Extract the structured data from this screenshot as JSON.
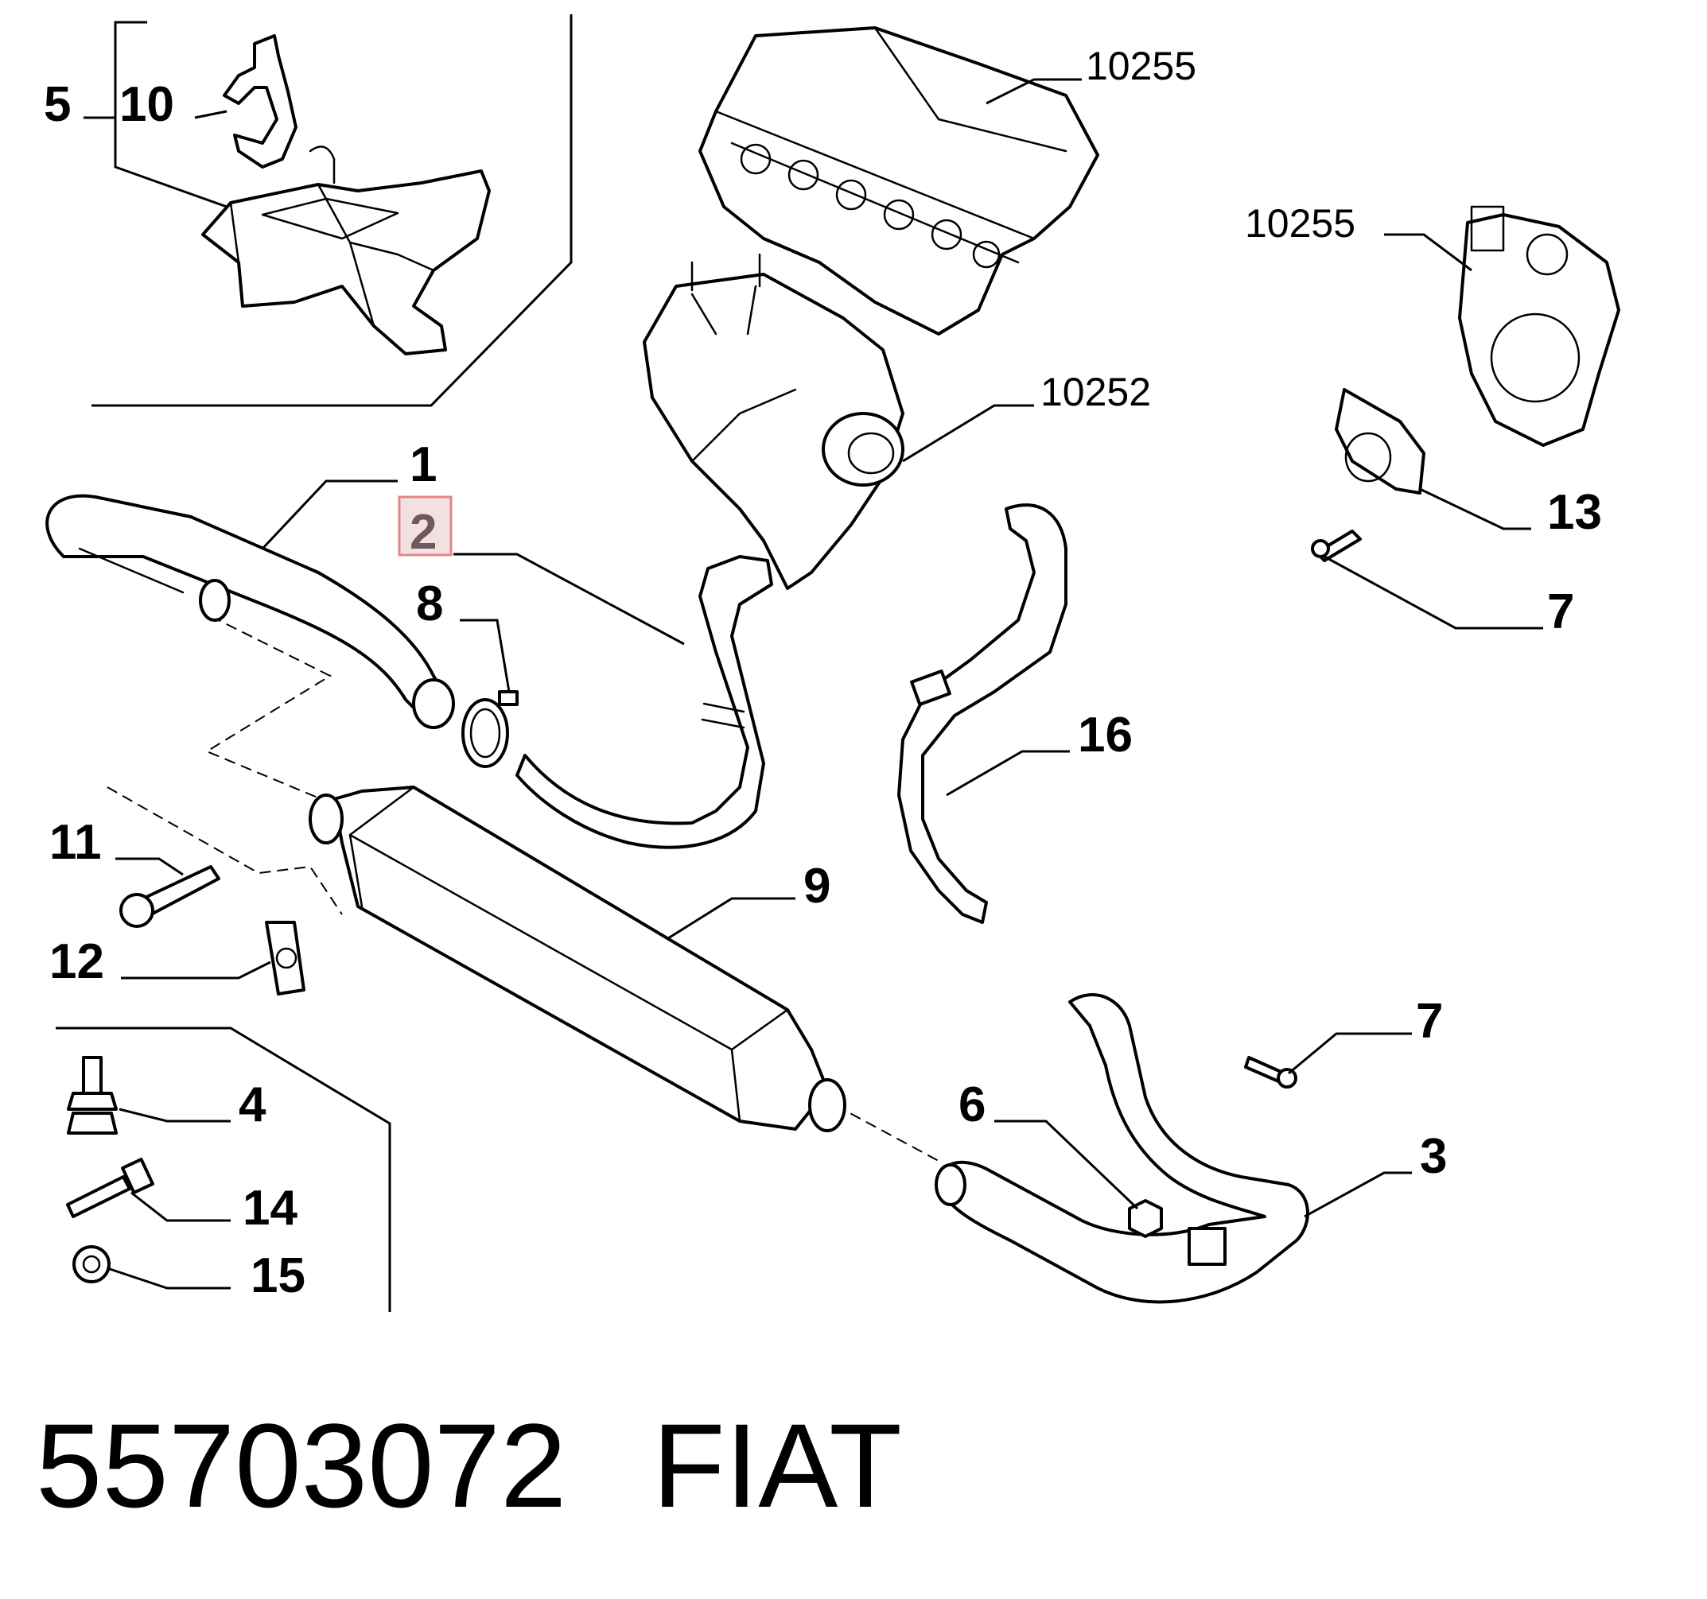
{
  "callouts": {
    "c5": "5",
    "c10": "10",
    "c10255a": "10255",
    "c10255b": "10255",
    "c10252": "10252",
    "c1": "1",
    "c2": "2",
    "c8": "8",
    "c13": "13",
    "c7a": "7",
    "c16": "16",
    "c11": "11",
    "c9": "9",
    "c12": "12",
    "c7b": "7",
    "c4": "4",
    "c6": "6",
    "c3": "3",
    "c14": "14",
    "c15": "15"
  },
  "highlight": {
    "color": "#e08787"
  },
  "footer": {
    "part_number": "55703072",
    "brand": "FIAT"
  }
}
